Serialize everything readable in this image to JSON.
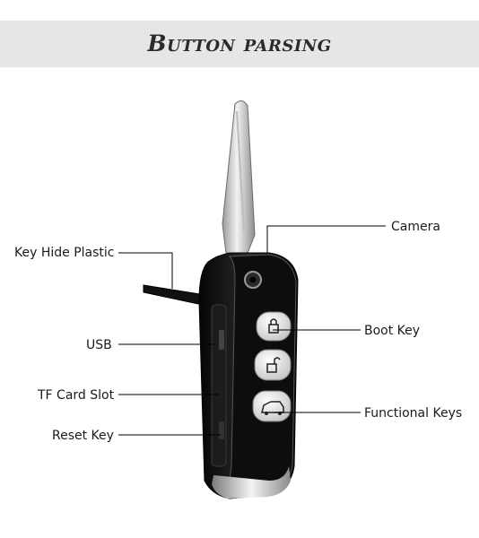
{
  "title": "Button parsing",
  "labels": {
    "camera": "Camera",
    "key_hide_plastic": "Key Hide Plastic",
    "boot_key": "Boot Key",
    "usb": "USB",
    "tf_card_slot": "TF Card Slot",
    "functional_keys": "Functional Keys",
    "reset_key": "Reset Key"
  },
  "colors": {
    "title_band": "#e6e6e6",
    "body_black": "#151515",
    "chrome": "#d8d8d8",
    "button_face": "#e9e9e9"
  }
}
